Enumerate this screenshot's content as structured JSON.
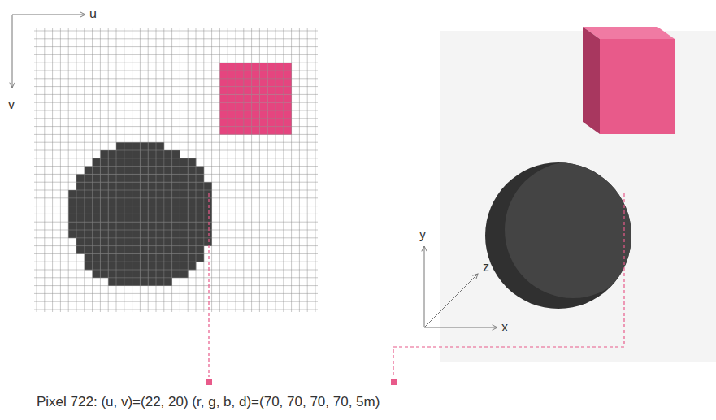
{
  "diagram": {
    "labels": [
      "u",
      "v",
      "y",
      "z",
      "x",
      "Pixel 722: (u, v)=(22, 20)   (r, g, b, d)=(70, 70, 70, 70, 5m)"
    ]
  }
}
